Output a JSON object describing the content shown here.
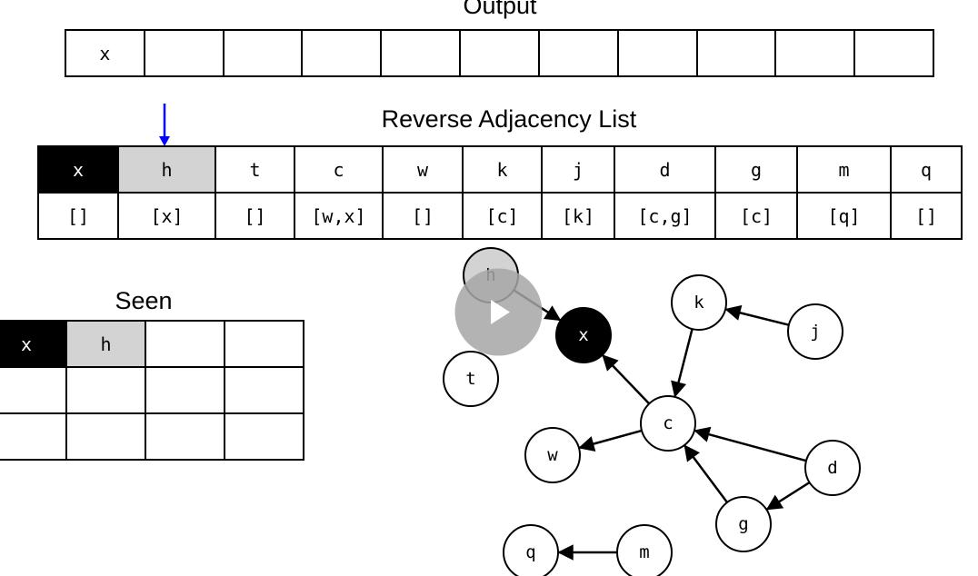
{
  "output": {
    "title": "Output",
    "cells": [
      "x",
      "",
      "",
      "",
      "",
      "",
      "",
      "",
      "",
      "",
      ""
    ]
  },
  "adjacency": {
    "title": "Reverse Adjacency List",
    "nodes": [
      "x",
      "h",
      "t",
      "c",
      "w",
      "k",
      "j",
      "d",
      "g",
      "m",
      "q"
    ],
    "lists": [
      "[]",
      "[x]",
      "[]",
      "[w,x]",
      "[]",
      "[c]",
      "[k]",
      "[c,g]",
      "[c]",
      "[q]",
      "[]"
    ],
    "visited_index": 0,
    "current_index": 1
  },
  "seen": {
    "title": "Seen",
    "rows": [
      [
        "x",
        "h",
        "",
        ""
      ],
      [
        "",
        "",
        "",
        ""
      ],
      [
        "",
        "",
        "",
        ""
      ]
    ]
  },
  "graph": {
    "nodes": [
      {
        "id": "h",
        "state": "current"
      },
      {
        "id": "x",
        "state": "visited"
      },
      {
        "id": "t",
        "state": "unvisited"
      },
      {
        "id": "k",
        "state": "unvisited"
      },
      {
        "id": "j",
        "state": "unvisited"
      },
      {
        "id": "c",
        "state": "unvisited"
      },
      {
        "id": "w",
        "state": "unvisited"
      },
      {
        "id": "d",
        "state": "unvisited"
      },
      {
        "id": "g",
        "state": "unvisited"
      },
      {
        "id": "q",
        "state": "unvisited"
      },
      {
        "id": "m",
        "state": "unvisited"
      }
    ],
    "edges": [
      {
        "from": "h",
        "to": "x"
      },
      {
        "from": "j",
        "to": "k"
      },
      {
        "from": "k",
        "to": "c"
      },
      {
        "from": "c",
        "to": "x"
      },
      {
        "from": "c",
        "to": "w"
      },
      {
        "from": "d",
        "to": "c"
      },
      {
        "from": "d",
        "to": "g"
      },
      {
        "from": "g",
        "to": "c"
      },
      {
        "from": "m",
        "to": "q"
      }
    ]
  },
  "colors": {
    "pointer": "#0000ff",
    "visited": "#000000",
    "current": "#d3d3d3",
    "play_overlay": "#a6a6a6"
  },
  "icons": {
    "pointer": "down-arrow-icon",
    "play": "play-icon"
  }
}
